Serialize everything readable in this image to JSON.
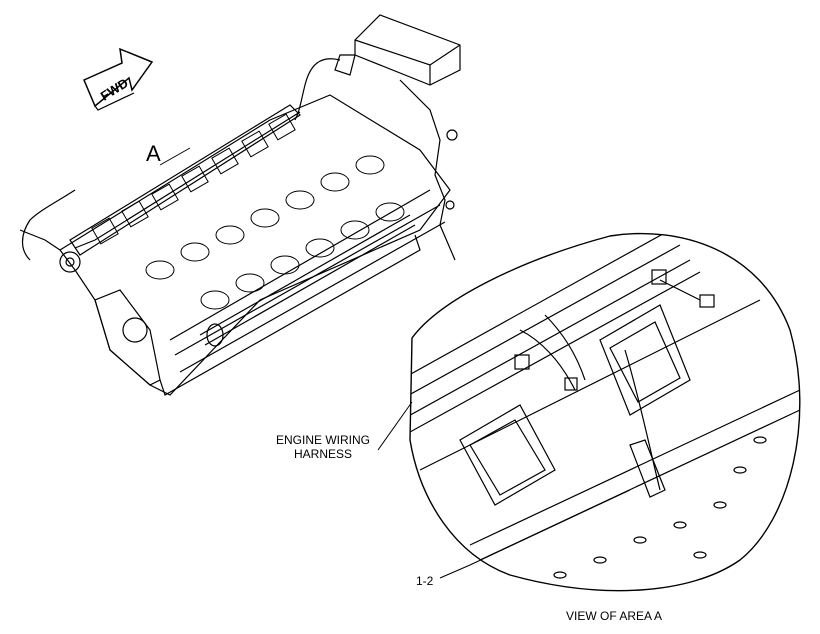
{
  "labels": {
    "area_marker": "A",
    "direction": "FWD",
    "harness_line1": "ENGINE WIRING",
    "harness_line2": "HARNESS",
    "part_callout": "1-2",
    "view_caption": "VIEW OF AREA A"
  },
  "colors": {
    "line": "#000000",
    "background": "#ffffff"
  }
}
